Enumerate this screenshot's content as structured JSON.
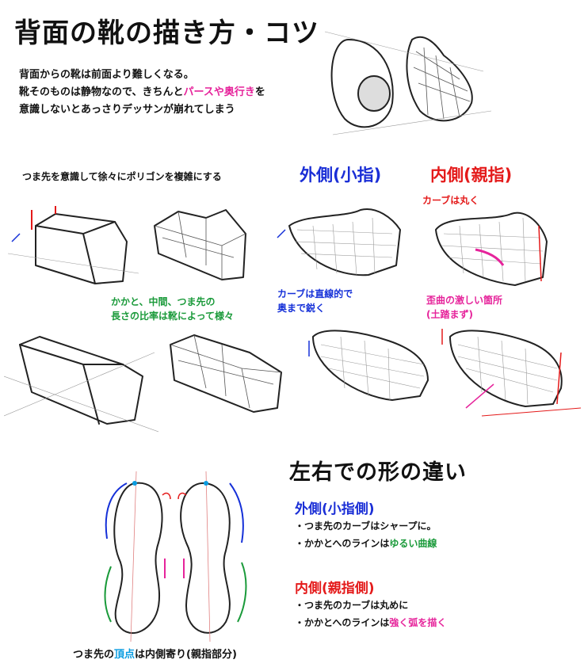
{
  "title": "背面の靴の描き方・コツ",
  "intro": {
    "line1": "背面からの靴は前面より難しくなる。",
    "line2_a": "靴そのものは静物なので、きちんと",
    "line2_pink": "パースや奥行き",
    "line2_b": "を",
    "line3": "意識しないとあっさりデッサンが崩れてしまう"
  },
  "polygon_note": "つま先を意識して徐々にポリゴンを複雑にする",
  "outer_heading": "外側(小指)",
  "inner_heading": "内側(親指)",
  "curve_round_note": "カーブは丸く",
  "ratio_note": {
    "line1": "かかと、中間、つま先の",
    "line2": "長さの比率は靴によって様々"
  },
  "straight_note": {
    "line1": "カーブは直線的で",
    "line2": "奥まで鋭く"
  },
  "distort_note": {
    "line1": "歪曲の激しい箇所",
    "line2": "(土踏まず)"
  },
  "lr_title": "左右での形の違い",
  "outer_side": {
    "heading": "外側(小指側)",
    "item1": "・つま先のカーブはシャープに。",
    "item2_a": "・かかとへのラインは",
    "item2_green": "ゆるい曲線"
  },
  "inner_side": {
    "heading": "内側(親指側)",
    "item1": "・つま先のカーブは丸めに",
    "item2_a": "・かかとへのラインは",
    "item2_pink": "強く弧を描く"
  },
  "apex_caption": {
    "a": "つま先の",
    "cyan": "頂点",
    "b": "は内側寄り(親指部分)"
  },
  "colors": {
    "pink": "#e6249b",
    "green": "#1a9a3a",
    "blue": "#1530d8",
    "red": "#e41a1a",
    "cyan": "#0a9ce0"
  }
}
